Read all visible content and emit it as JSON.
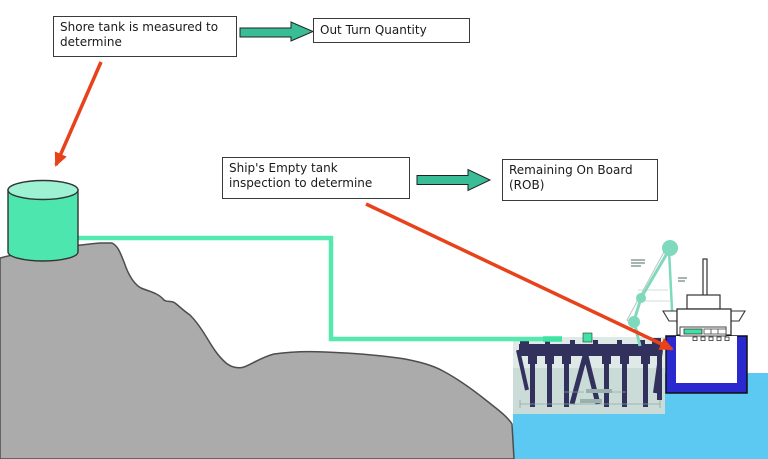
{
  "flow": {
    "shore_tank_label": "Shore tank is measured to determine",
    "out_turn_label": "Out Turn Quantity",
    "ship_empty_label": "Ship's Empty tank inspection to determine",
    "rob_label": "Remaining On Board (ROB)"
  },
  "colors": {
    "flow_arrow_green": "#38bd96",
    "pointer_arrow_red": "#e8421a",
    "tank_green": "#4de6ae",
    "tank_top_green": "#9df2d4",
    "pipeline_mint": "#55e9b0",
    "water_blue": "#5cc9f3",
    "hull_blue": "#2a29cf",
    "land_gray": "#ababab",
    "jetty_navy": "#32305c",
    "drawing_bg": "#dfeae8",
    "drawing_waterline": "#cbdcd8"
  }
}
